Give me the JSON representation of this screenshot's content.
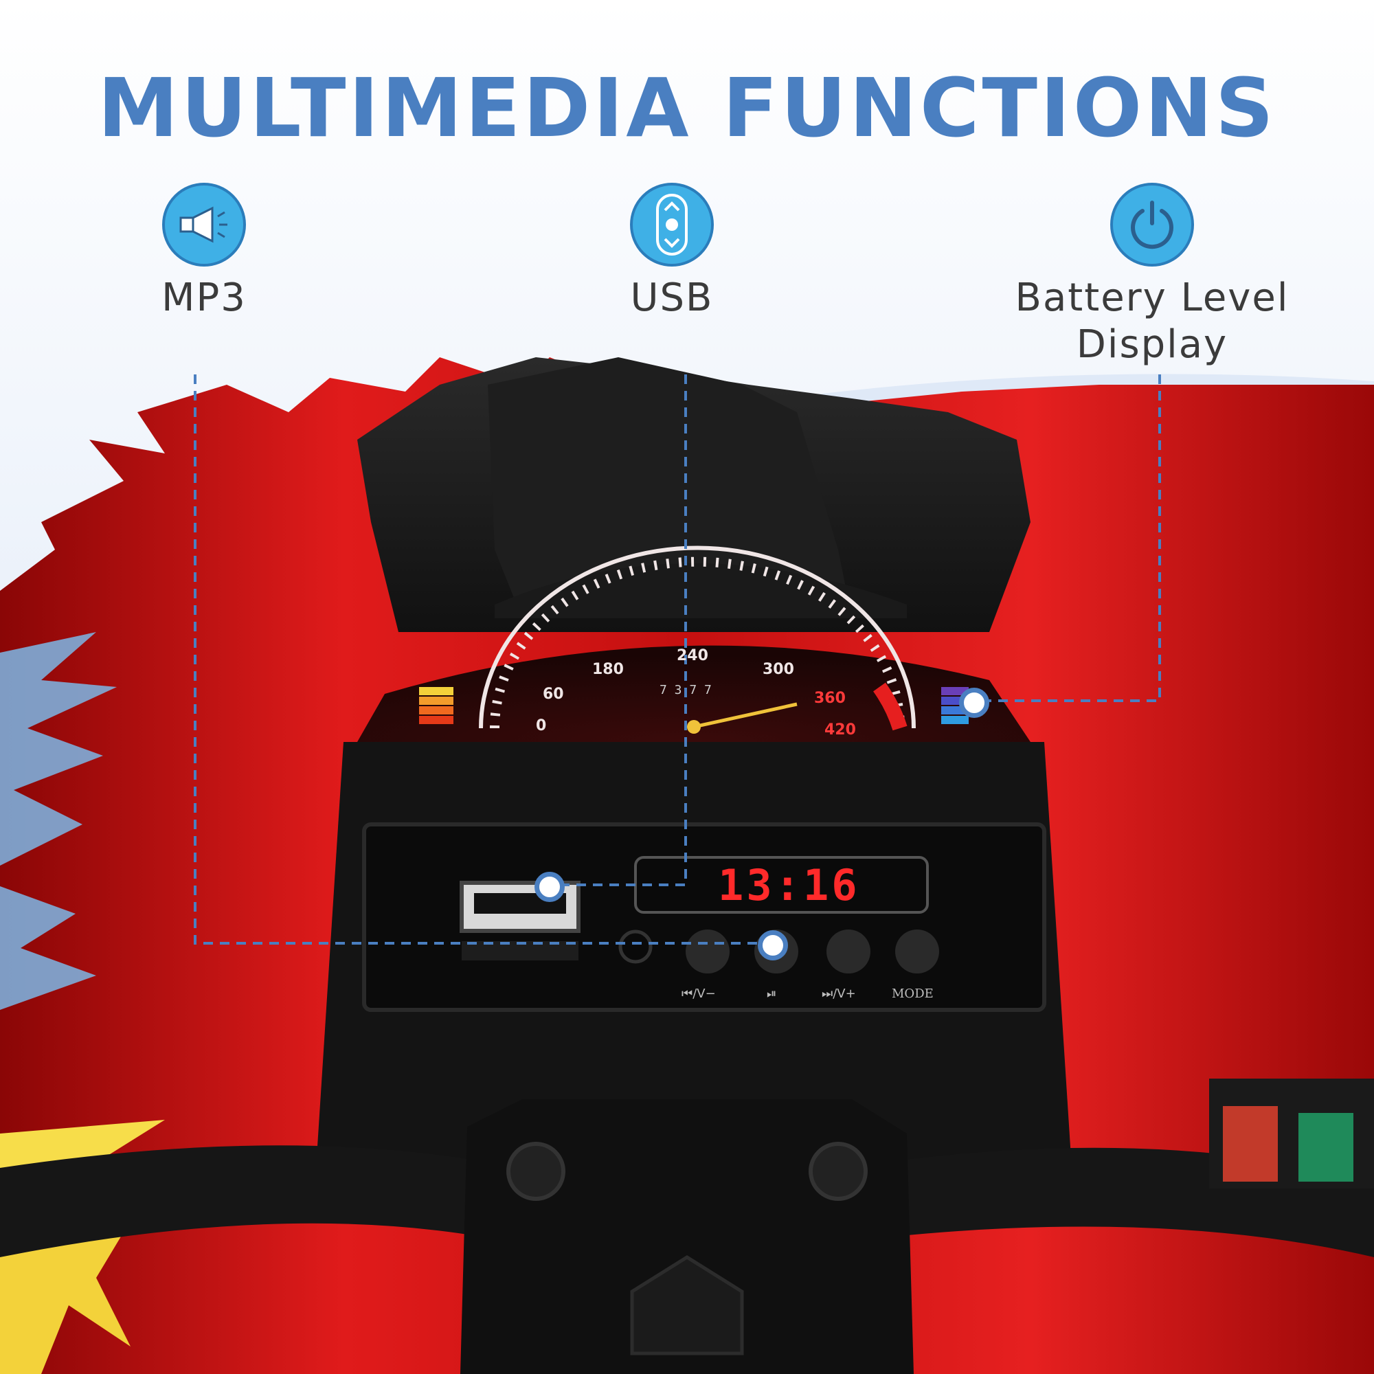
{
  "title": "MULTIMEDIA FUNCTIONS",
  "features": [
    {
      "label": "MP3",
      "icon": "speaker-icon"
    },
    {
      "label": "USB",
      "icon": "scroll-arrows-icon"
    },
    {
      "label_line1": "Battery Level",
      "label_line2": "Display",
      "icon": "power-icon"
    }
  ],
  "dashboard": {
    "speedometer_ticks": [
      "0",
      "60",
      "180",
      "240",
      "300",
      "360",
      "420"
    ],
    "odometer": "7 3 7 7",
    "clock_display": "13:16",
    "button_labels": [
      "⏮/V−",
      "⏯",
      "⏭/V+",
      "MODE"
    ]
  },
  "colors": {
    "accent": "#4a7fc1",
    "icon_fill": "#3fb0e6",
    "body_red": "#d81a1a",
    "led_red": "#ff2a2a"
  }
}
